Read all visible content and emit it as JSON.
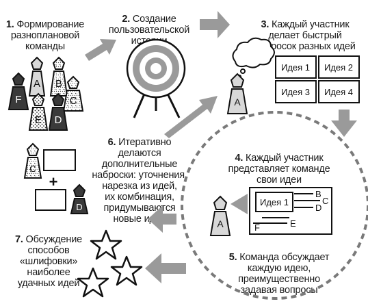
{
  "steps": [
    {
      "num": "1.",
      "text": " Формирование\nразноплановой\nкоманды"
    },
    {
      "num": "2.",
      "text": " Создание\nпользовательской\nистории"
    },
    {
      "num": "3.",
      "text": " Каждый участник\nделает быстрый\nнаброcок разных идей"
    },
    {
      "num": "4.",
      "text": " Каждый участник\nпредставляет команде\nсвои идеи"
    },
    {
      "num": "5.",
      "text": " Команда обсуждает\nкаждую идею,\nпреимущественно\nзадавая вопросы"
    },
    {
      "num": "6.",
      "text": " Итеративно\nделаются\nдополнительные\nнаброски: уточнения,\nнарезка из идей,\nих комбинация,\nпридумываются\nновые идеи"
    },
    {
      "num": "7.",
      "text": " Обсуждение\nспособов\n«шлифовки»\nнаиболее\nудачных идей"
    }
  ],
  "team_letters": [
    "A",
    "B",
    "C",
    "D",
    "E",
    "F"
  ],
  "idea_cards": [
    "Идея 1",
    "Идея 2",
    "Идея 3",
    "Идея 4"
  ],
  "presenter_letter": "A",
  "presented_idea": "Идея 1",
  "sketch_labels": [
    "B",
    "C",
    "D",
    "E",
    "F"
  ],
  "combine_letters": [
    "C",
    "D"
  ],
  "plus_sign": "+",
  "colors": {
    "arrow": "#9a9a9a",
    "dark_piece": "#3a3a3a",
    "light_piece": "#d8d8d8",
    "dashed_circle": "#7a7a7a"
  }
}
